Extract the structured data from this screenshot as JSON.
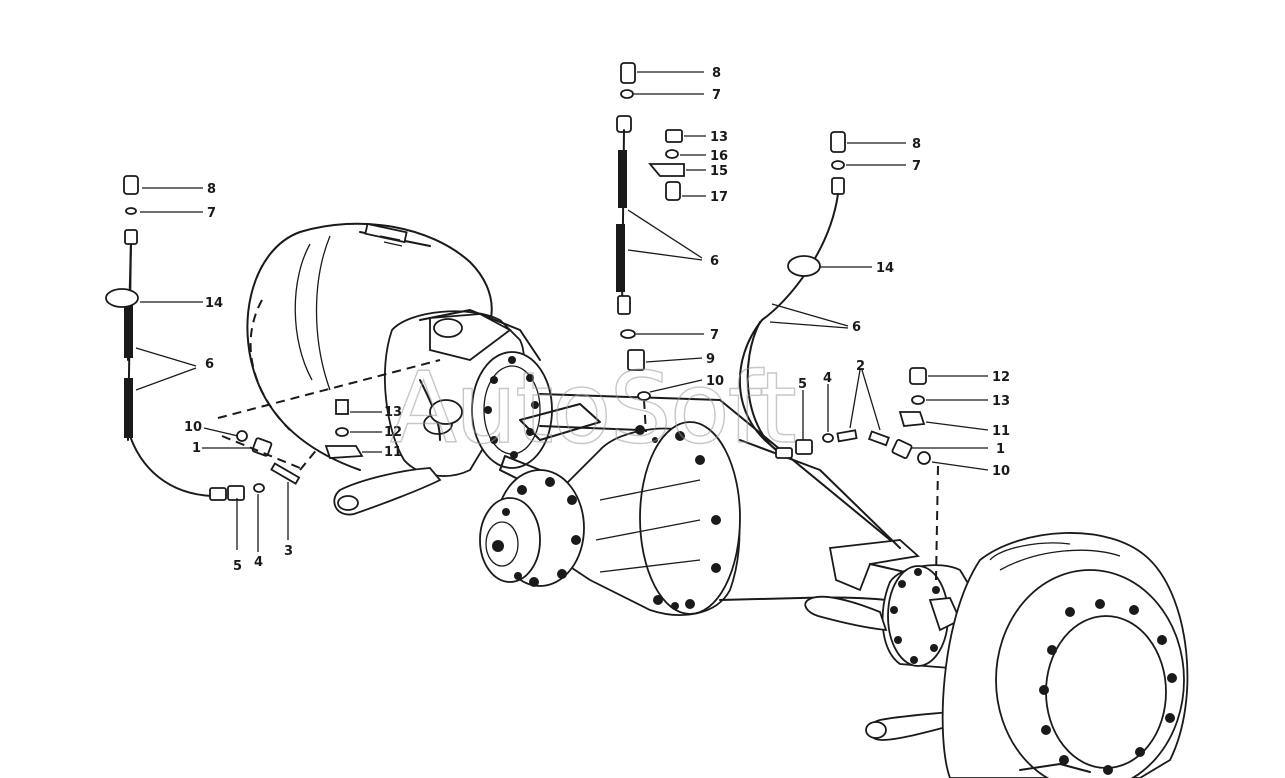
{
  "watermark": "AutoSoft",
  "callouts": {
    "left_8": "8",
    "left_7": "7",
    "left_14": "14",
    "left_6": "6",
    "left_10": "10",
    "left_1": "1",
    "left_13": "13",
    "left_12": "12",
    "left_11": "11",
    "left_5": "5",
    "left_4": "4",
    "left_3": "3",
    "center_8": "8",
    "center_7": "7",
    "center_13": "13",
    "center_16": "16",
    "center_15": "15",
    "center_17": "17",
    "center_6": "6",
    "center_7b": "7",
    "center_9": "9",
    "center_10": "10",
    "right_8": "8",
    "right_7": "7",
    "right_14": "14",
    "right_6": "6",
    "right_5": "5",
    "right_4": "4",
    "right_2": "2",
    "right_12": "12",
    "right_13": "13",
    "right_11": "11",
    "right_1": "1",
    "right_10": "10"
  }
}
